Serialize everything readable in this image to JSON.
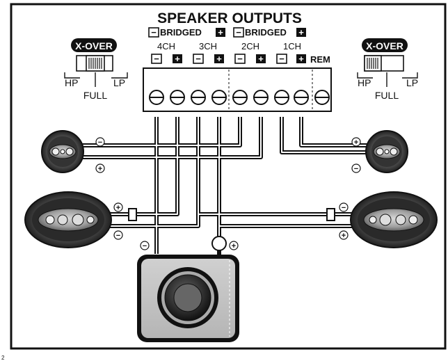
{
  "title": "SPEAKER OUTPUTS",
  "bridged": [
    {
      "minus": "−",
      "label": "BRIDGED",
      "plus": "+"
    },
    {
      "minus": "−",
      "label": "BRIDGED",
      "plus": "+"
    }
  ],
  "channels": [
    "4CH",
    "3CH",
    "2CH",
    "1CH"
  ],
  "rem_label": "REM",
  "polarity": {
    "minus": "−",
    "plus": "+"
  },
  "crossover_left": {
    "title": "X-OVER",
    "hp": "HP",
    "full": "FULL",
    "lp": "LP"
  },
  "crossover_right": {
    "title": "X-OVER",
    "hp": "HP",
    "full": "FULL",
    "lp": "LP"
  },
  "corner_mark": "2"
}
